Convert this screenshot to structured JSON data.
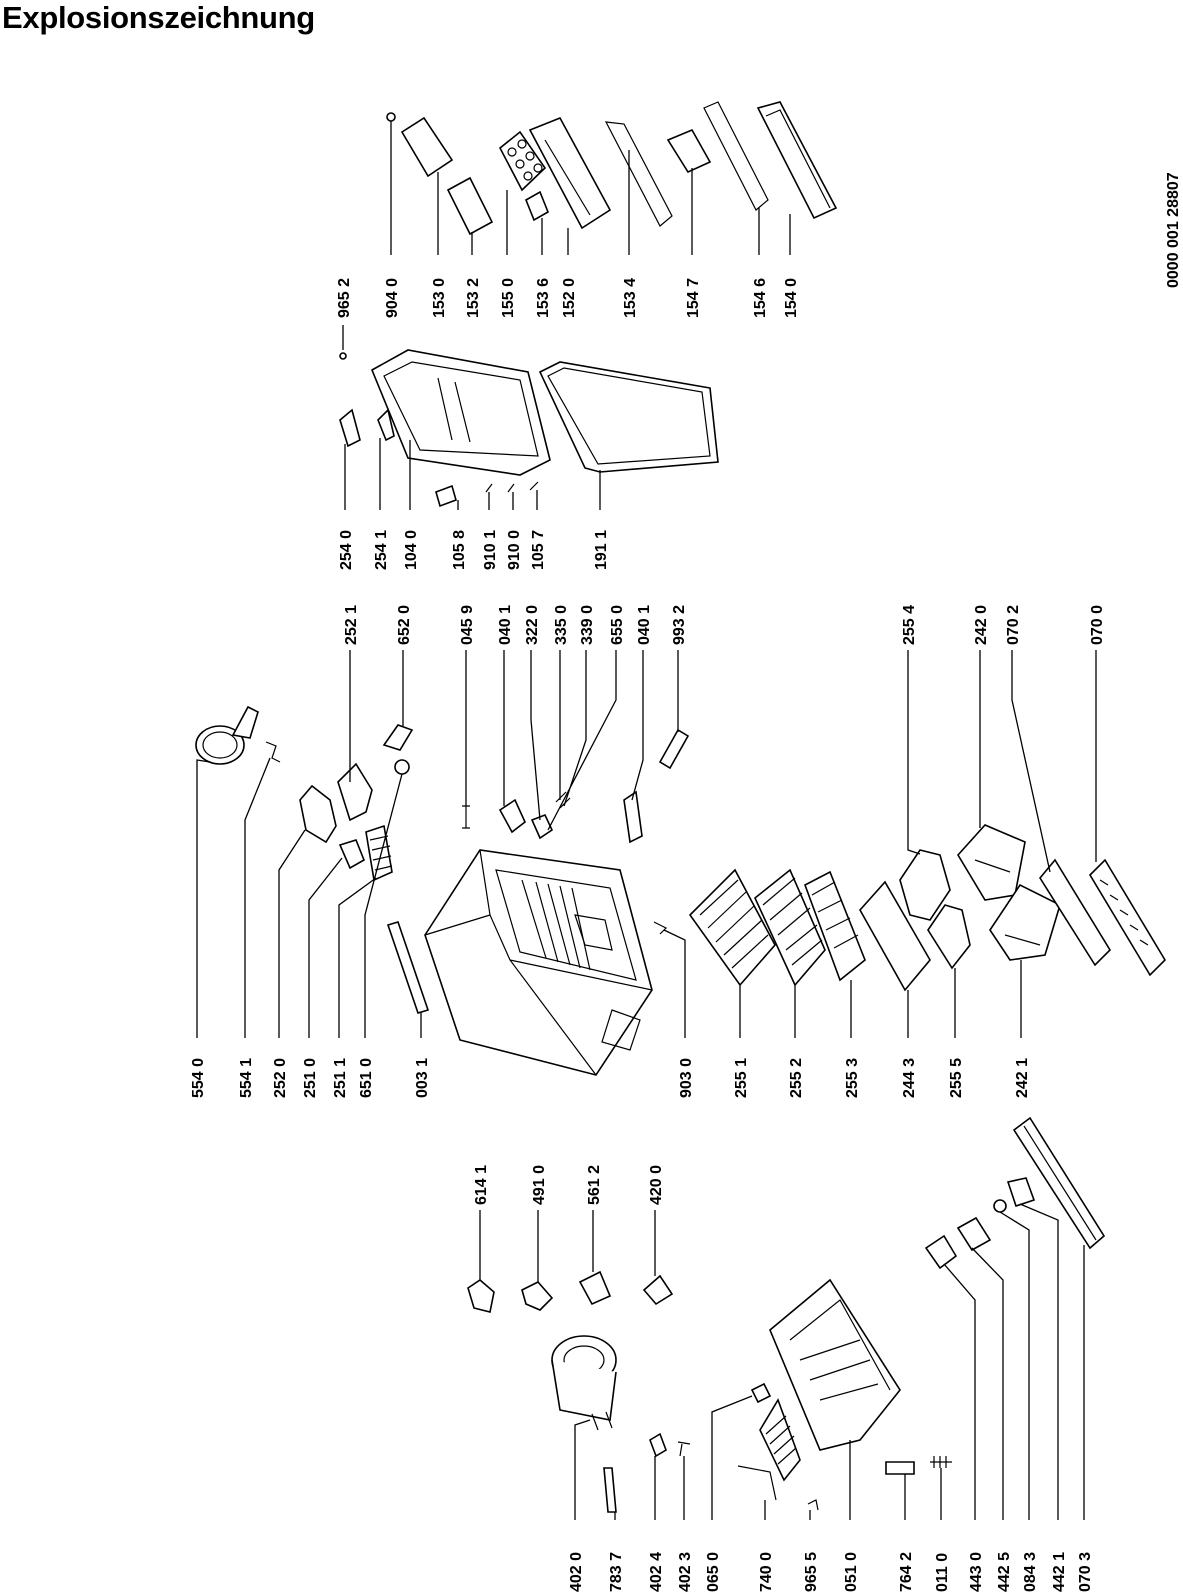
{
  "title": "Explosionszeichnung",
  "doc_number": "0000 001 28807",
  "part_labels": [
    "402 0",
    "783 7",
    "402 4",
    "402 3",
    "065 0",
    "740 0",
    "965 5",
    "051 0",
    "764 2",
    "011 0",
    "443 0",
    "442 5",
    "084 3",
    "442 1",
    "070 3",
    "614 1",
    "491 0",
    "561 2",
    "420 0",
    "554 0",
    "554 1",
    "252 0",
    "251 0",
    "251 1",
    "651 0",
    "003 1",
    "903 0",
    "255 1",
    "255 2",
    "255 3",
    "244 3",
    "255 5",
    "242 1",
    "252 1",
    "652 0",
    "045 9",
    "040 1",
    "322 0",
    "335 0",
    "339 0",
    "655 0",
    "040 1",
    "993 2",
    "255 4",
    "242 0",
    "070 2",
    "070 0",
    "254 0",
    "254 1",
    "104 0",
    "105 8",
    "910 1",
    "910 0",
    "105 7",
    "191 1",
    "965 2",
    "904 0",
    "153 0",
    "153 2",
    "155 0",
    "153 6",
    "152 0",
    "153 4",
    "154 7",
    "154 6",
    "154 0"
  ]
}
